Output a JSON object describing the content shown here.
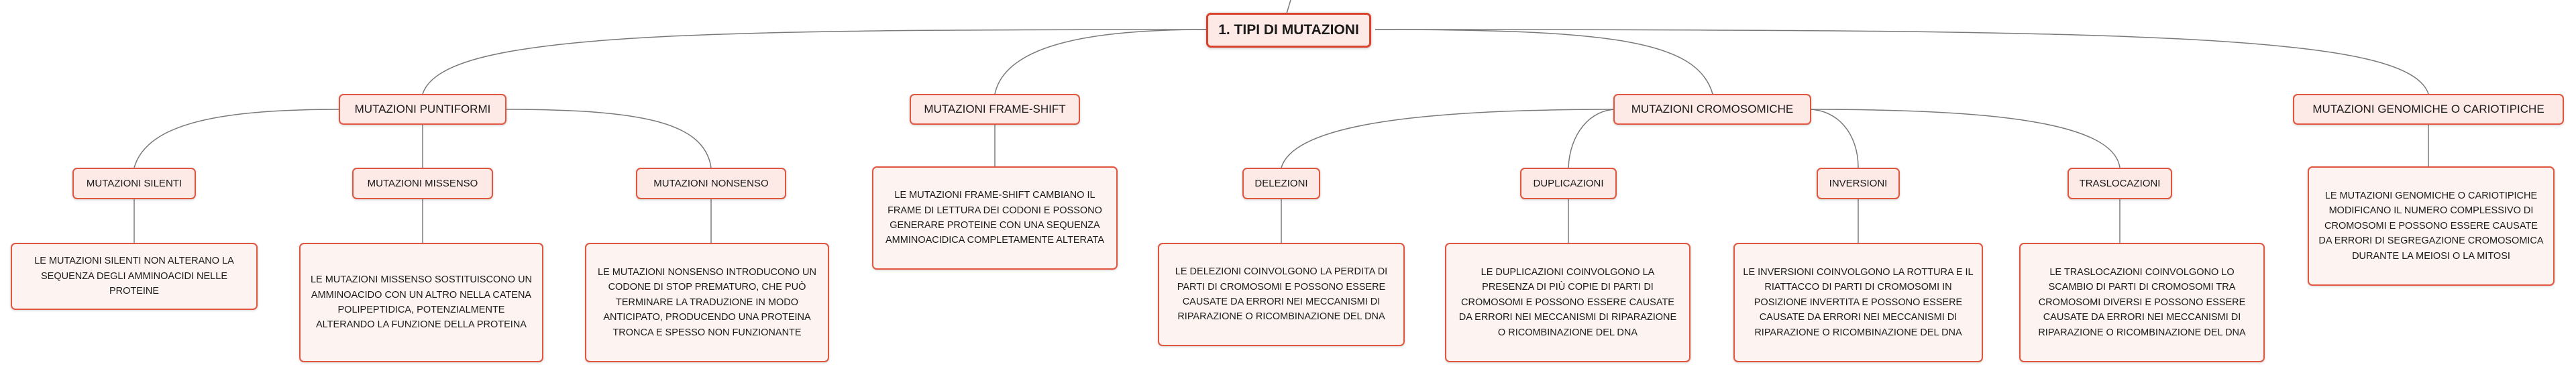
{
  "colors": {
    "accent_border": "#e0563f",
    "root_border": "#d9412b",
    "node_fill": "#fdeae6",
    "connector": "#7a7a7a"
  },
  "root": {
    "label": "1. TIPI DI MUTAZIONI"
  },
  "categories": [
    {
      "label": "MUTAZIONI PUNTIFORMI"
    },
    {
      "label": "MUTAZIONI FRAME-SHIFT"
    },
    {
      "label": "MUTAZIONI CROMOSOMICHE"
    },
    {
      "label": "MUTAZIONI GENOMICHE O CARIOTIPICHE"
    }
  ],
  "subtypes": [
    {
      "label": "MUTAZIONI SILENTI"
    },
    {
      "label": "MUTAZIONI MISSENSO"
    },
    {
      "label": "MUTAZIONI NONSENSO"
    },
    {
      "label": "DELEZIONI"
    },
    {
      "label": "DUPLICAZIONI"
    },
    {
      "label": "INVERSIONI"
    },
    {
      "label": "TRASLOCAZIONI"
    }
  ],
  "descriptions": [
    {
      "text": "LE MUTAZIONI SILENTI NON ALTERANO LA SEQUENZA DEGLI AMMINOACIDI NELLE PROTEINE"
    },
    {
      "text": "LE MUTAZIONI MISSENSO SOSTITUISCONO UN AMMINOACIDO CON UN ALTRO NELLA CATENA POLIPEPTIDICA, POTENZIALMENTE ALTERANDO LA FUNZIONE DELLA PROTEINA"
    },
    {
      "text": "LE MUTAZIONI NONSENSO INTRODUCONO UN CODONE DI STOP PREMATURO, CHE PUÒ TERMINARE LA TRADUZIONE IN MODO ANTICIPATO, PRODUCENDO UNA PROTEINA TRONCA E SPESSO NON FUNZIONANTE"
    },
    {
      "text": "LE MUTAZIONI FRAME-SHIFT CAMBIANO IL FRAME DI LETTURA DEI CODONI E POSSONO GENERARE PROTEINE CON UNA SEQUENZA AMMINOACIDICA COMPLETAMENTE ALTERATA"
    },
    {
      "text": "LE DELEZIONI COINVOLGONO LA PERDITA DI PARTI DI CROMOSOMI E POSSONO ESSERE CAUSATE DA ERRORI NEI MECCANISMI DI RIPARAZIONE O RICOMBINAZIONE DEL DNA"
    },
    {
      "text": "LE DUPLICAZIONI COINVOLGONO LA PRESENZA DI PIÙ COPIE DI PARTI DI CROMOSOMI E POSSONO ESSERE CAUSATE DA ERRORI NEI MECCANISMI DI RIPARAZIONE O RICOMBINAZIONE DEL DNA"
    },
    {
      "text": "LE INVERSIONI COINVOLGONO LA ROTTURA E IL RIATTACCO DI PARTI DI CROMOSOMI IN POSIZIONE INVERTITA E POSSONO ESSERE CAUSATE DA ERRORI NEI MECCANISMI DI RIPARAZIONE O RICOMBINAZIONE DEL DNA"
    },
    {
      "text": "LE TRASLOCAZIONI COINVOLGONO LO SCAMBIO DI PARTI DI CROMOSOMI TRA CROMOSOMI DIVERSI E POSSONO ESSERE CAUSATE DA ERRORI NEI MECCANISMI DI RIPARAZIONE O RICOMBINAZIONE DEL DNA"
    },
    {
      "text": "LE MUTAZIONI GENOMICHE O CARIOTIPICHE MODIFICANO IL NUMERO COMPLESSIVO DI CROMOSOMI E POSSONO ESSERE CAUSATE DA ERRORI DI SEGREGAZIONE CROMOSOMICA DURANTE LA MEIOSI O LA MITOSI"
    }
  ]
}
